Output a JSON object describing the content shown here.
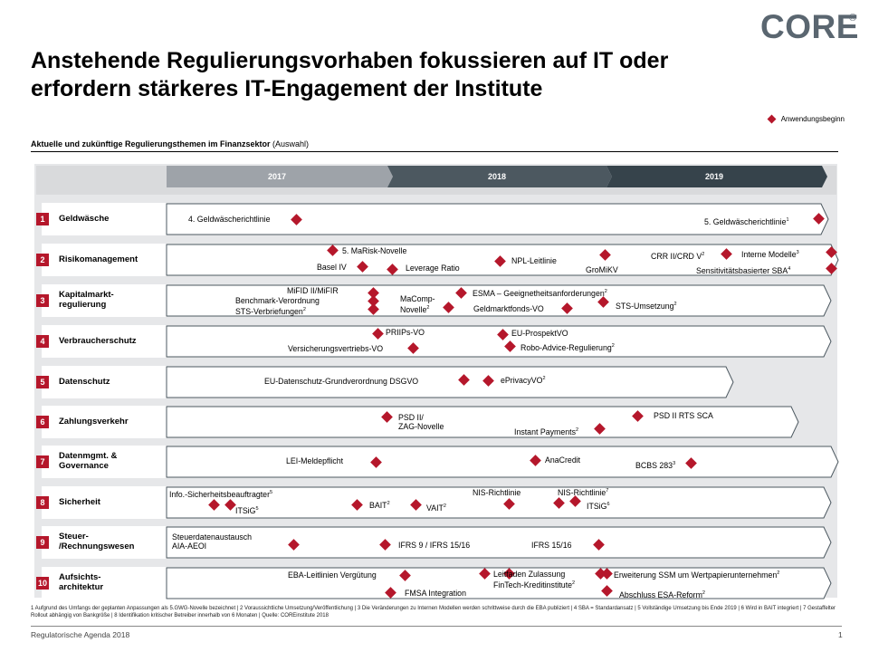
{
  "brand": {
    "logo": "CORE",
    "reg": "®"
  },
  "title": "Anstehende Regulierungsvorhaben fokussieren auf IT oder erfordern stärkeres IT-Engagement der Institute",
  "legend": {
    "label": "Anwendungsbeginn",
    "color": "#b5172b"
  },
  "subtitle": {
    "bold": "Aktuelle und zukünftige Regulierungsthemen im Finanzsektor",
    "normal": " (Auswahl)"
  },
  "years": [
    "2017",
    "2018",
    "2019"
  ],
  "colors": {
    "accent": "#b5172b",
    "year2017": "#9ea3a9",
    "year2018": "#4c5860",
    "year2019": "#36434b",
    "panel": "#e6e7e9"
  },
  "rows": [
    {
      "num": "1",
      "label": "Geldwäsche"
    },
    {
      "num": "2",
      "label": "Risikomanagement"
    },
    {
      "num": "3",
      "label": "Kapitalmarkt-\nregulierung"
    },
    {
      "num": "4",
      "label": "Verbraucherschutz"
    },
    {
      "num": "5",
      "label": "Datenschutz"
    },
    {
      "num": "6",
      "label": "Zahlungsverkehr"
    },
    {
      "num": "7",
      "label": "Datenmgmt. &\nGovernance"
    },
    {
      "num": "8",
      "label": "Sicherheit"
    },
    {
      "num": "9",
      "label": "Steuer-\n/Rechnungswesen"
    },
    {
      "num": "10",
      "label": "Aufsichts-\narchitektur"
    }
  ],
  "items": {
    "r1": [
      "4. Geldwäscherichtlinie",
      "5. Geldwäscherichtlinie",
      "1"
    ],
    "r2": [
      "5. MaRisk-Novelle",
      "Basel IV",
      "Leverage Ratio",
      "NPL-Leitlinie",
      "GroMiKV",
      "CRR II/CRD V",
      "2",
      "Interne Modelle",
      "3",
      "Sensitivitätsbasierter SBA",
      "4"
    ],
    "r3": [
      "MiFID II/MiFIR",
      "Benchmark-Verordnung",
      "STS-Verbriefungen",
      "2",
      "MaComp-",
      "Novelle",
      "2",
      "ESMA – Geeignetheitsanforderungen",
      "2",
      "Geldmarktfonds-VO",
      "STS-Umsetzung",
      "2"
    ],
    "r4": [
      "PRIIPs-VO",
      "Versicherungsvertriebs-VO",
      "EU-ProspektVO",
      "Robo-Advice-Regulierung",
      "2"
    ],
    "r5": [
      "EU-Datenschutz-Grundverordnung DSGVO",
      "ePrivacyVO",
      "2"
    ],
    "r6": [
      "PSD II/",
      "ZAG-Novelle",
      "Instant Payments",
      "2",
      "PSD II RTS SCA"
    ],
    "r7": [
      "LEI-Meldepflicht",
      "AnaCredit",
      "BCBS 283",
      "3"
    ],
    "r8": [
      "Info.-Sicherheitsbeauftragter",
      "5",
      "ITSiG",
      "5",
      "BAIT",
      "2",
      "VAIT",
      "2",
      "NIS-Richtlinie",
      "NIS-Richtlinie",
      "7",
      "ITSiG",
      "6"
    ],
    "r9": [
      "Steuerdatenaustausch",
      "AIA-AEOI",
      "IFRS 9 / IFRS 15/16",
      "IFRS 15/16"
    ],
    "r10": [
      "EBA-Leitlinien Vergütung",
      "FMSA Integration",
      "Leitfaden Zulassung",
      "FinTech-Kreditinstitute",
      "2",
      "Erweiterung SSM um Wertpapierunternehmen",
      "2",
      "Abschluss ESA-Reform",
      "2"
    ]
  },
  "footnote": "1 Aufgrund des Umfangs der geplanten Anpassungen als 5.GWG-Novelle bezeichnet | 2 Voraussichtliche Umsetzung/Veröffentlichung | 3 Die Veränderungen zu Internen Modellen werden schrittweise durch die EBA publiziert | 4 SBA = Standardansatz | 5 Vollständige Umsetzung bis Ende 2019 | 6 Wird in BAIT integriert | 7 Gestaffelter Rollout abhängig von Bankgröße | 8 Identifikation kritischer Betreiber innerhalb von 6 Monaten | Quelle: COREinstitute 2018",
  "footer": {
    "left": "Regulatorische Agenda 2018",
    "page": "1"
  }
}
